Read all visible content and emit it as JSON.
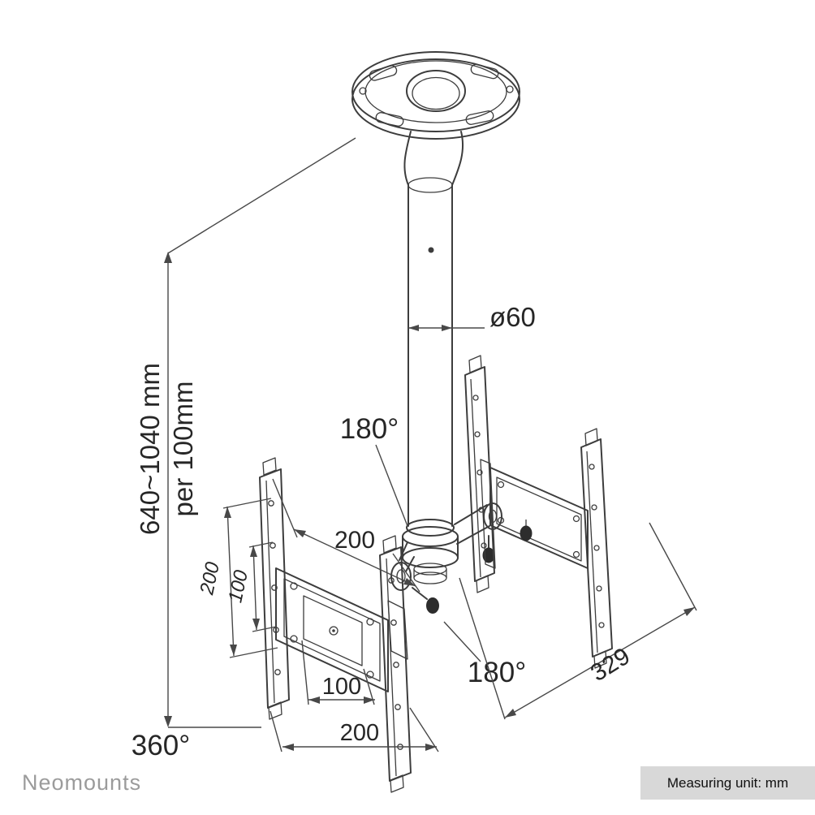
{
  "page": {
    "title": "Ceiling TV mount technical drawing"
  },
  "branding": {
    "logo_text": "Neomounts",
    "logo_color": "#9b9b9b"
  },
  "footer": {
    "measuring_unit_label": "Measuring unit: mm",
    "bar_color": "#d8d8d8"
  },
  "drawing": {
    "stroke_color": "#3d3d3d",
    "labels": {
      "height_range": "640~1040 mm",
      "height_step": "per 100mm",
      "pole_diameter": "ø60",
      "swivel_upper": "180°",
      "swivel_lower": "180°",
      "base_rotation": "360°",
      "plate_width_top": "200",
      "rail_spacing_200": "200",
      "rail_spacing_100": "100",
      "vesa_width_100": "100",
      "vesa_width_200": "200",
      "arm_depth": "329"
    }
  }
}
